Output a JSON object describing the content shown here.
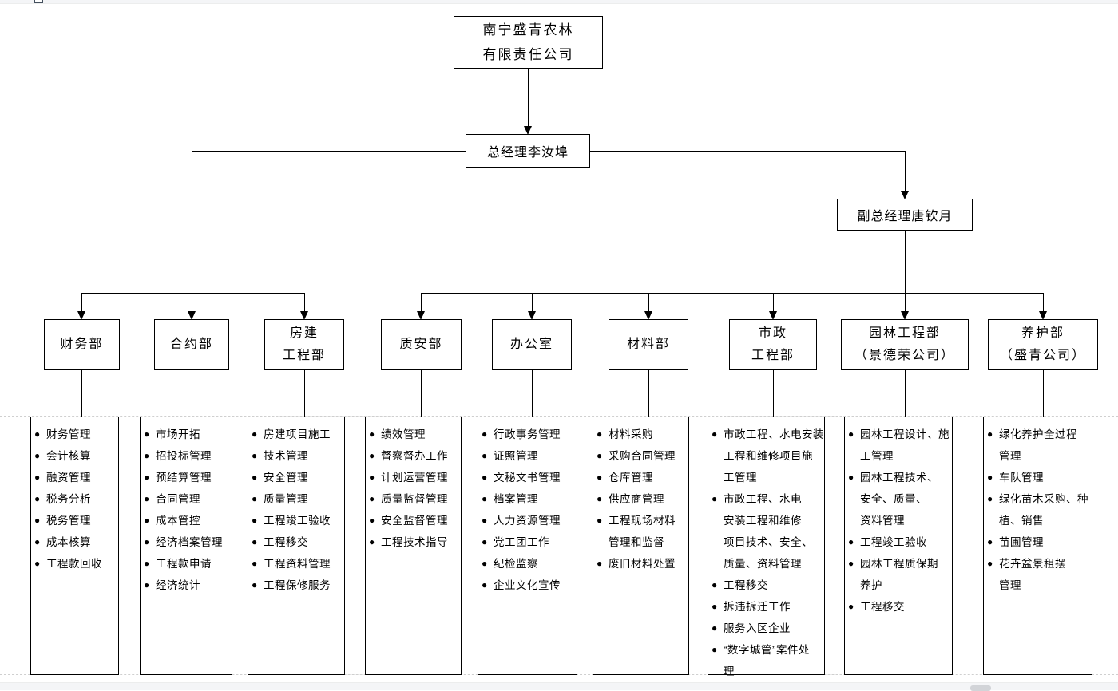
{
  "window": {
    "top_toolbar_icon": "partial-toolbar-icon",
    "scrollbar_thumb": "horizontal-scrollbar-thumb"
  },
  "org_chart": {
    "bullet_glyph": "●",
    "root": {
      "name_lines": [
        "南宁盛青农林",
        "有限责任公司"
      ]
    },
    "general_manager": {
      "label": "总经理李汝埠"
    },
    "deputy_general_manager": {
      "label": "副总经理唐钦月"
    },
    "departments": [
      {
        "name_lines": [
          "财务部"
        ],
        "duties": [
          [
            "财务管理"
          ],
          [
            "会计核算"
          ],
          [
            "融资管理"
          ],
          [
            "税务分析"
          ],
          [
            "税务管理"
          ],
          [
            "成本核算"
          ],
          [
            "工程款回收"
          ]
        ]
      },
      {
        "name_lines": [
          "合约部"
        ],
        "duties": [
          [
            "市场开拓"
          ],
          [
            "招投标管理"
          ],
          [
            "预结算管理"
          ],
          [
            "合同管理"
          ],
          [
            "成本管控"
          ],
          [
            "经济档案管理"
          ],
          [
            "工程款申请"
          ],
          [
            "经济统计"
          ]
        ]
      },
      {
        "name_lines": [
          "房建",
          "工程部"
        ],
        "duties": [
          [
            "房建项目施工"
          ],
          [
            "技术管理"
          ],
          [
            "安全管理"
          ],
          [
            "质量管理"
          ],
          [
            "工程竣工验收"
          ],
          [
            "工程移交"
          ],
          [
            "工程资料管理"
          ],
          [
            "工程保修服务"
          ]
        ]
      },
      {
        "name_lines": [
          "质安部"
        ],
        "duties": [
          [
            "绩效管理"
          ],
          [
            "督察督办工作"
          ],
          [
            "计划运营管理"
          ],
          [
            "质量监督管理"
          ],
          [
            "安全监督管理"
          ],
          [
            "工程技术指导"
          ]
        ]
      },
      {
        "name_lines": [
          "办公室"
        ],
        "duties": [
          [
            "行政事务管理"
          ],
          [
            "证照管理"
          ],
          [
            "文秘文书管理"
          ],
          [
            "档案管理"
          ],
          [
            "人力资源管理"
          ],
          [
            "党工团工作"
          ],
          [
            "纪检监察"
          ],
          [
            "企业文化宣传"
          ]
        ]
      },
      {
        "name_lines": [
          "材料部"
        ],
        "duties": [
          [
            "材料采购"
          ],
          [
            "采购合同管理"
          ],
          [
            "仓库管理"
          ],
          [
            "供应商管理"
          ],
          [
            "工程现场材料",
            "管理和监督"
          ],
          [
            "废旧材料处置"
          ]
        ]
      },
      {
        "name_lines": [
          "市政",
          "工程部"
        ],
        "duties": [
          [
            "市政工程、水电安装",
            "工程和维修项目施",
            "工管理"
          ],
          [
            "市政工程、水电",
            "安装工程和维修",
            "项目技术、安全、",
            "质量、资料管理"
          ],
          [
            "工程移交"
          ],
          [
            "拆违拆迁工作"
          ],
          [
            "服务入区企业"
          ],
          [
            "“数字城管”案件处",
            "理"
          ]
        ]
      },
      {
        "name_lines": [
          "园林工程部",
          "（景德荣公司）"
        ],
        "duties": [
          [
            "园林工程设计、施",
            "工管理"
          ],
          [
            "园林工程技术、",
            "安全、质量、",
            "资料管理"
          ],
          [
            "工程竣工验收"
          ],
          [
            "园林工程质保期",
            "养护"
          ],
          [
            "工程移交"
          ]
        ]
      },
      {
        "name_lines": [
          "养护部",
          "（盛青公司）"
        ],
        "duties": [
          [
            "绿化养护全过程",
            "管理"
          ],
          [
            "车队管理"
          ],
          [
            "绿化苗木采购、种",
            "植、销售"
          ],
          [
            "苗圃管理"
          ],
          [
            "花卉盆景租摆",
            "管理"
          ]
        ]
      }
    ]
  },
  "colors": {
    "line": "#000000",
    "page_bg": "#ffffff",
    "chrome_bg": "#f4f5f7",
    "boundary_dash": "#cfcfcf"
  }
}
